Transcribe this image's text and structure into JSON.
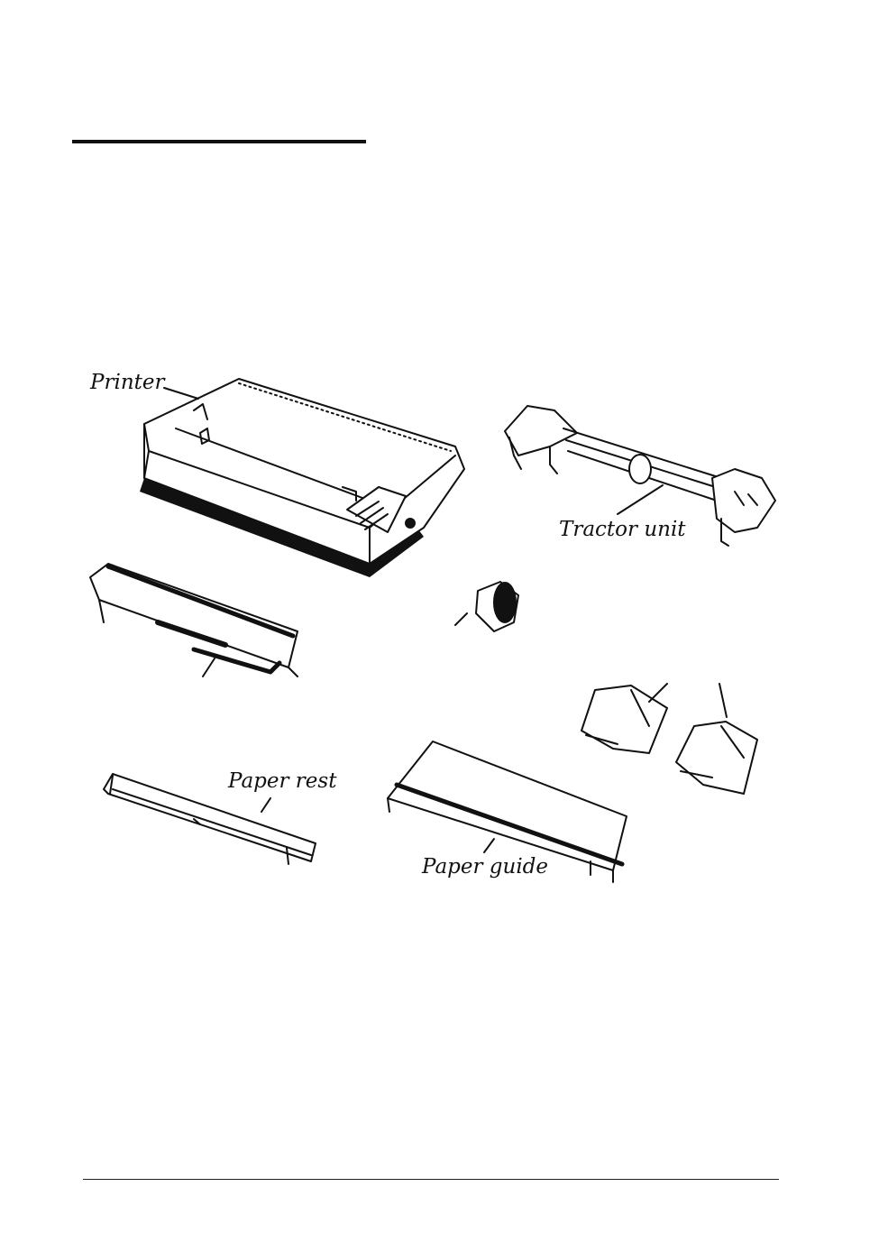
{
  "labels": {
    "printer": "Printer",
    "tractor_unit": "Tractor unit",
    "paper_rest": "Paper rest",
    "paper_guide": "Paper guide"
  }
}
